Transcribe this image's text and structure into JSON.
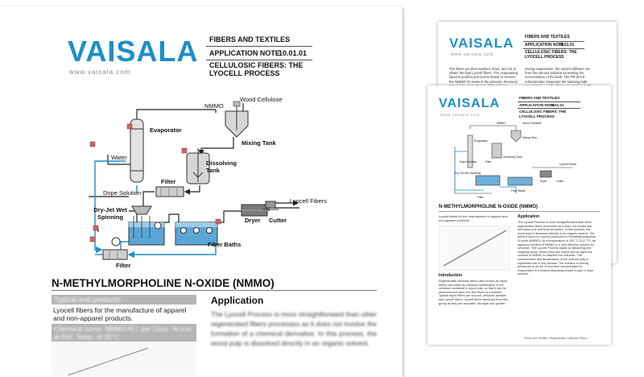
{
  "brand": {
    "logo": "VAISALA",
    "url": "www.vaisala.com",
    "color": "#1a8fc9"
  },
  "header": {
    "category": "FIBERS AND TEXTILES",
    "note_label": "APPLICATION NOTE",
    "note_number": "10.01.01",
    "subject": "CELLULOSIC FIBERS: THE LYOCELL PROCESS"
  },
  "diagram": {
    "labels": {
      "nmmo": "NMMO",
      "wood_cellulose": "Wood Cellulose",
      "evaporator": "Evaporator",
      "mixing_tank": "Mixing Tank",
      "water": "Water",
      "dissolving_tank": "Dissolving Tank",
      "filter_top": "Filter",
      "dope_solution": "Dope Solution",
      "dry_jet": "Dry-Jet Wet Spinning",
      "lyocell_fibers": "Lyocell Fibers",
      "dryer": "Dryer",
      "cutter": "Cutter",
      "fiber_baths": "Fiber Baths",
      "filter_bottom": "Filter"
    }
  },
  "main": {
    "section_title": "N-METHYLMORPHOLINE N-OXIDE (NMMO)",
    "table_header": "Typical end products",
    "table_body": "Lyocell fibers for the manufacture of apparel and non-apparel products.",
    "chart_header": "Chemical curve: NMMO R.I. per Conc. % b.w. at Ref. Temp. of 35°C",
    "application_heading": "Application",
    "application_text": "The Lyocell Process is more straightforward than other regenerated fibers processes as it does not involve the formation of a chemical derivative. In this process, the wood pulp is dissolved directly in an organic solvent."
  },
  "back_pages": {
    "page2": {
      "col1": "The fibers are then washed, dried, and cut to obtain the final Lyocell fibers. The evaporating liquid is purified and concentrated to recover the NMMO for reuse in the process. Recovery rate can be up to 99.5 % of the solvent.",
      "col2": "During evaporation, the solvent diffuses out from the viscous solution increasing the concentration of the bath. The PR-III/CS refractometer measures the spinning bath concentration as the fibers are produced. The refractometer's signal is used to control the spinning process."
    },
    "page3": {
      "section_title": "N-METHYLMORPHOLINE N-OXIDE (NMMO)",
      "left_intro": "Lyocell fibers for the manufacture of apparel and non-apparel products.",
      "introduction_heading": "Introduction",
      "introduction_text": "Regenerated cellulose fibers (also known as rayon fibers) are made by chemical modification of the cellulose contained in wood pulp, so that it can be dissolved and spun into fine fibers in a solution. Typical rayon fibers are viscose, cellulose acetate and Lyocell fibers. Lyocell fibers stand out from this group as they are smoother, stronger and gentler.",
      "application_heading": "Application",
      "application_text": "The Lyocell Process is more straightforward than other regenerated fibers processes as it does not involve the formation of a chemical derivative. In this process, the wood pulp is dissolved directly in an organic solvent. The solvent used for Lyocell production is N-methylmorpholine N-oxide (NMMO). At a temperature of 100 °C (212 °F), an aqueous solution of NMMO is a very effective solvent for cellulose. The Lyocell Process starts by dissolving and chipping wood. Wood chips are mixed with an aqueous solution of NMMO to dissolve the cellulose. The concentration and temperature of the solution play a significant role in the process. The solution is directly pressured to 50-60 % and then concentrated by evaporation in a heated dissolving vessel to give a dope solution.",
      "footer": "Fibers and Textiles / Regenerated Cellulose Fibers",
      "labels": {
        "nmmo": "NMMO",
        "wood": "Wood Cellulose",
        "evap": "Evaporator",
        "mixing": "Mixing Tank",
        "diss": "Dissolving Tank",
        "filter": "Filter",
        "dope": "Dope Solution",
        "dryjet": "Dry-Jet Wet Spinning",
        "lyocell": "Lyocell Fibers",
        "dryer": "Dryer",
        "cutter": "Cutter",
        "baths": "Fiber Baths",
        "filter2": "Filter"
      }
    }
  }
}
